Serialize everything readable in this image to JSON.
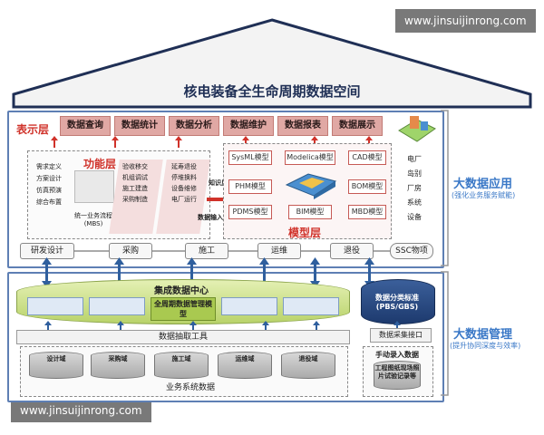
{
  "watermark": {
    "text": "www.jinsuijinrong.com"
  },
  "roof": {
    "title": "核电装备全生命周期数据空间"
  },
  "presentation": {
    "label": "表示层",
    "items": [
      "数据查询",
      "数据统计",
      "数据分析",
      "数据维护",
      "数据报表",
      "数据展示"
    ]
  },
  "function_layer": {
    "label": "功能层",
    "col1": [
      "需求定义",
      "方案设计",
      "仿真预演",
      "综合布置"
    ],
    "col2": [
      "统一业务流程(MBS)"
    ],
    "col3": [
      "验收移交",
      "机组调试",
      "施工建造",
      "采购制造"
    ],
    "col4": [
      "延寿退役",
      "停堆换料",
      "设备维修",
      "电厂运行"
    ],
    "knowledge": "知识反馈",
    "data_input": "数据输入"
  },
  "model_layer": {
    "label": "模型层",
    "models": [
      "SysML模型",
      "Modelica模型",
      "CAD模型",
      "PHM模型",
      "BOM模型",
      "PDMS模型",
      "BIM模型",
      "MBD模型"
    ]
  },
  "lifecycle": {
    "stages": [
      "研发设计",
      "采购",
      "施工",
      "运维",
      "退役",
      "SSC物项"
    ]
  },
  "plant_objects": [
    "电厂",
    "岛别",
    "厂房",
    "系统",
    "设备"
  ],
  "side": {
    "app_title": "大数据应用",
    "app_sub": "(强化业务服务赋能)",
    "mgmt_title": "大数据管理",
    "mgmt_sub": "(提升协同深度与效率)"
  },
  "data_center": {
    "title": "集成数据中心",
    "core": "全周期数据管理模型",
    "std": "数据分类标准(PBS/GBS)",
    "extract": "数据抽取工具",
    "collect": "数据采集接口",
    "domains": [
      "设计域",
      "采购域",
      "施工域",
      "运维域",
      "退役域"
    ],
    "biz": "业务系统数据",
    "manual": "手动录入数据",
    "manual_items": "工程图纸现场照片试验记录等"
  },
  "colors": {
    "frame": "#5e7fb4",
    "accent_red": "#d0322a",
    "side_blue": "#3a78c7",
    "header_btn": "#e0a8a4",
    "db_green": "#cfe38f"
  }
}
